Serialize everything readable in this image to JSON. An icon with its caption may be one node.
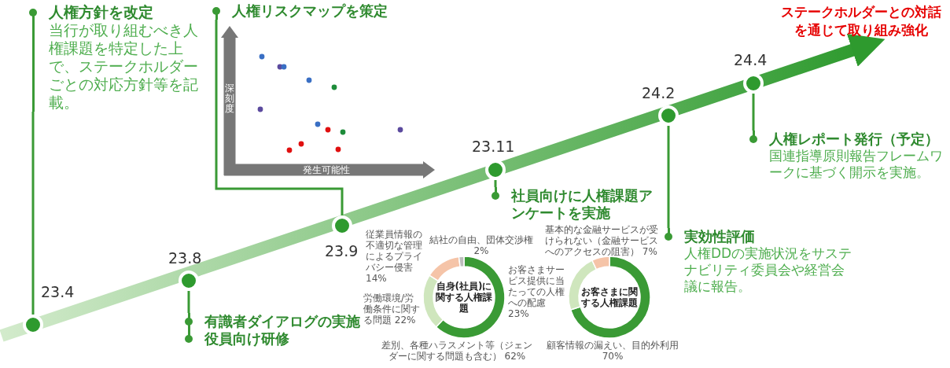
{
  "diagram": {
    "nodes": [
      {
        "text": [],
        "shape": "circle",
        "beside": [
          "23.4"
        ]
      },
      {
        "text": [],
        "shape": "circle",
        "beside": [
          "23.8"
        ]
      },
      {
        "text": [],
        "shape": "circle",
        "beside": [
          "23.9"
        ]
      },
      {
        "text": [],
        "shape": "circle",
        "beside": [
          "23.11"
        ]
      },
      {
        "text": [],
        "shape": "circle",
        "beside": [
          "24.2"
        ]
      },
      {
        "text": [],
        "shape": "circle",
        "beside": [
          "24.4"
        ]
      },
      {
        "text": [
          "人権方針を改定",
          "当行が取り組むべき人権課題を特定した上で、ステークホルダーごとの対応方針等を記載。"
        ]
      },
      {
        "text": [
          "有識者ダイアログの実施",
          "役員向け研修"
        ]
      },
      {
        "text": [
          "人権リスクマップを策定"
        ]
      },
      {
        "text": [
          "社員向けに人権課題アンケートを実施"
        ]
      },
      {
        "text": [
          "実効性評価",
          "人権DDの実施状況をサステナビリティ委員会や経営会議に報告。"
        ]
      },
      {
        "text": [
          "人権レポート発行（予定）",
          "国連指導原則報告フレームワークに基づく開示を実施。"
        ]
      },
      {
        "text": [
          "ステークホルダーとの対話を通じて取り組み強化"
        ]
      }
    ],
    "edges": [
      {
        "from": null,
        "to": 12,
        "arrow": "to",
        "style": "thick"
      },
      {
        "from": 0,
        "to": 6,
        "arrow": "none"
      },
      {
        "from": 1,
        "to": 7,
        "arrow": "none"
      },
      {
        "from": 2,
        "to": 8,
        "arrow": "none"
      },
      {
        "from": 3,
        "to": 9,
        "arrow": "none"
      },
      {
        "from": 4,
        "to": 10,
        "arrow": "none"
      },
      {
        "from": 5,
        "to": 11,
        "arrow": "none"
      }
    ],
    "labels": [
      "深刻度",
      "発生可能性",
      "結社の自由、団体交渉権 2%",
      "従業員情報の不適切な管理によるプライバシー侵害 14%",
      "労働環境/労働条件に関する問題 22%",
      "差別、各種ハラスメント等（ジェンダーに関する問題も含む） 62%",
      "自身(社員)に関する人権課題",
      "基本的な金融サービスが受けられない（金融サービスへのアクセスの阻害） 7%",
      "お客さまサービス提供に当たっての人権への配慮 23%",
      "お客さまに関する人権課題",
      "顧客情報の漏えい、目的外利用 70%"
    ]
  }
}
